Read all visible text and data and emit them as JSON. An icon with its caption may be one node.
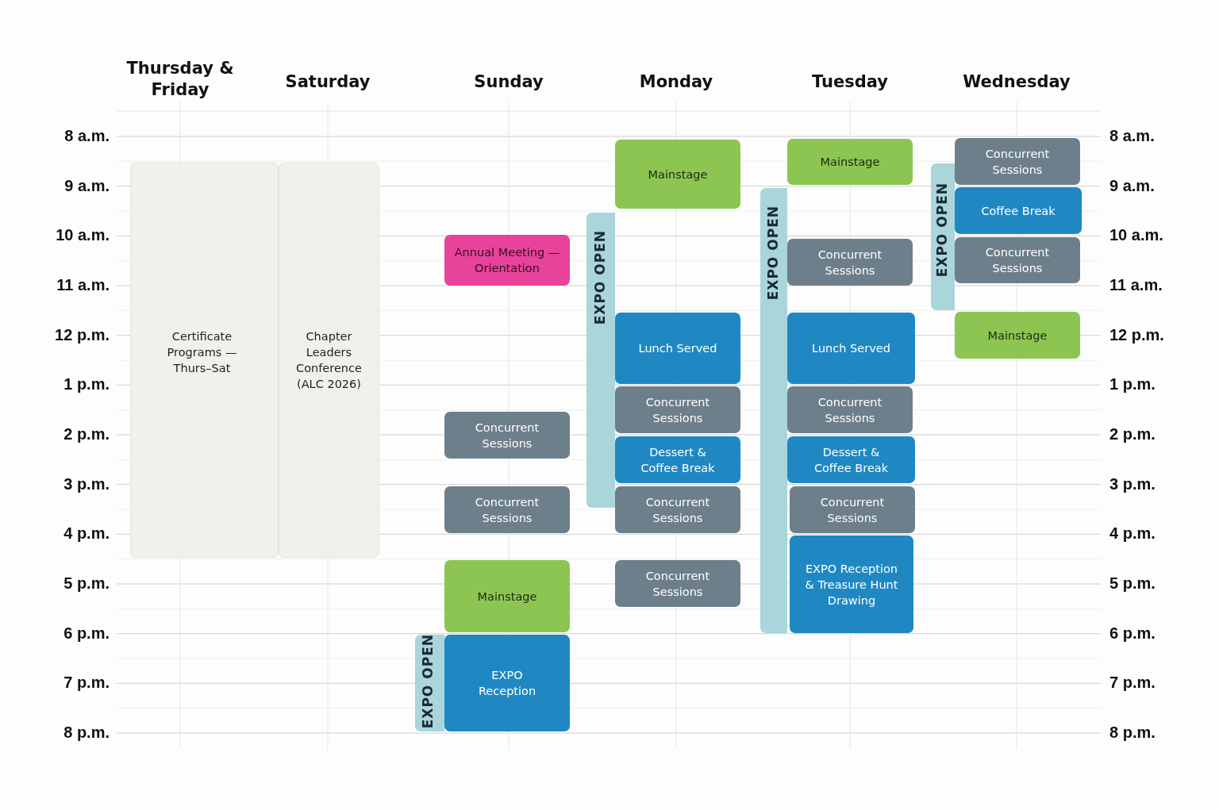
{
  "diagram": {
    "nodes": [
      {
        "text": [
          "Certificate Programs — Thurs–Sat"
        ]
      },
      {
        "text": [
          "Chapter Leaders Conference (ALC 2026)"
        ]
      },
      {
        "text": [
          "Annual Meeting — Orientation"
        ]
      },
      {
        "text": [
          "Concurrent Sessions"
        ]
      },
      {
        "text": [
          "Concurrent Sessions"
        ]
      },
      {
        "text": [
          "Mainstage"
        ]
      },
      {
        "text": [
          "EXPO OPEN"
        ]
      },
      {
        "text": [
          "EXPO Reception"
        ]
      },
      {
        "text": [
          "Mainstage"
        ]
      },
      {
        "text": [
          "EXPO OPEN"
        ]
      },
      {
        "text": [
          "Lunch Served"
        ]
      },
      {
        "text": [
          "Concurrent Sessions"
        ]
      },
      {
        "text": [
          "Dessert & Coffee Break"
        ]
      },
      {
        "text": [
          "Concurrent Sessions"
        ]
      },
      {
        "text": [
          "Concurrent Sessions"
        ]
      },
      {
        "text": [
          "Mainstage"
        ]
      },
      {
        "text": [
          "EXPO OPEN"
        ]
      },
      {
        "text": [
          "Concurrent Sessions"
        ]
      },
      {
        "text": [
          "Lunch Served"
        ]
      },
      {
        "text": [
          "Concurrent Sessions"
        ]
      },
      {
        "text": [
          "Dessert & Coffee Break"
        ]
      },
      {
        "text": [
          "Concurrent Sessions"
        ]
      },
      {
        "text": [
          "EXPO Reception & Treasure Hunt Drawing"
        ]
      },
      {
        "text": [
          "Concurrent Sessions"
        ]
      },
      {
        "text": [
          "EXPO OPEN"
        ]
      },
      {
        "text": [
          "Coffee Break"
        ]
      },
      {
        "text": [
          "Concurrent Sessions"
        ]
      },
      {
        "text": [
          "Mainstage"
        ]
      }
    ],
    "labels": [
      "Thursday & Friday",
      "Saturday",
      "Sunday",
      "Monday",
      "Tuesday",
      "Wednesday",
      "8 a.m.",
      "8 a.m.",
      "9 a.m.",
      "9 a.m.",
      "10 a.m.",
      "10 a.m.",
      "11 a.m.",
      "11 a.m.",
      "12 p.m.",
      "12 p.m.",
      "1 p.m.",
      "1 p.m.",
      "2 p.m.",
      "2 p.m.",
      "3 p.m.",
      "3 p.m.",
      "4 p.m.",
      "4 p.m.",
      "5 p.m.",
      "5 p.m.",
      "6 p.m.",
      "6 p.m.",
      "7 p.m.",
      "7 p.m.",
      "8 p.m.",
      "8 p.m."
    ]
  }
}
